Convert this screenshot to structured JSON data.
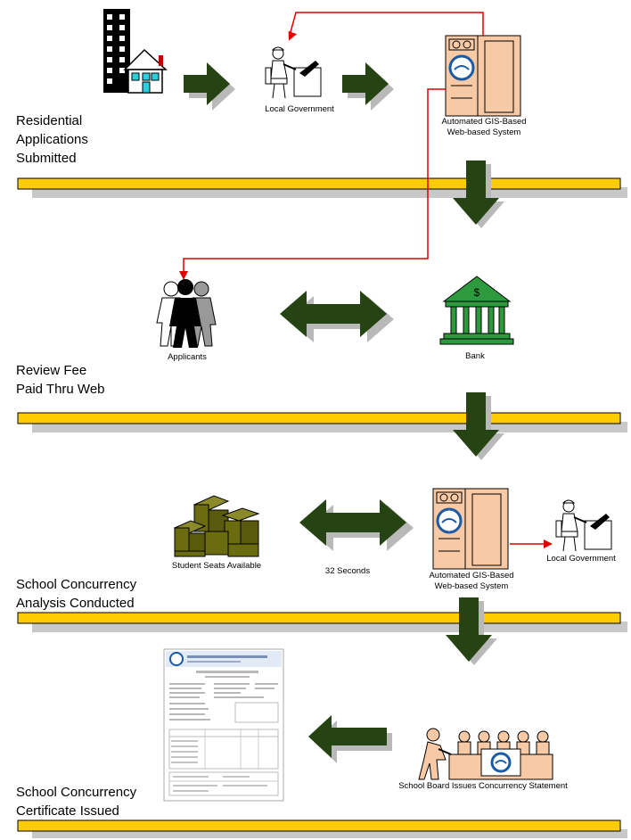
{
  "stages": [
    {
      "title_lines": [
        "Residential",
        "Applications",
        "Submitted"
      ]
    },
    {
      "title_lines": [
        "Review Fee",
        "Paid Thru Web"
      ]
    },
    {
      "title_lines": [
        "School Concurrency",
        "Analysis Conducted"
      ]
    },
    {
      "title_lines": [
        "School Concurrency",
        "Certificate Issued"
      ]
    }
  ],
  "nodes": {
    "local_government_1": "Local Government",
    "gis_system_1": [
      "Automated GIS-Based",
      "Web-based System"
    ],
    "applicants": "Applicants",
    "bank": "Bank",
    "student_seats": "Student Seats Available",
    "timing": "32 Seconds",
    "gis_system_2": [
      "Automated GIS-Based",
      "Web-based System"
    ],
    "local_government_2": "Local Government",
    "school_board": "School Board Issues Concurrency Statement"
  },
  "colors": {
    "arrow": "#264314",
    "arrow_shadow": "#b9b9b9",
    "bar": "#ffcc00",
    "connector": "#e00000",
    "machine": "#f7c9a4",
    "boxes": "#6b6b10"
  },
  "icons": [
    "building-icon",
    "house-icon",
    "clerk-icon",
    "server-icon",
    "people-icon",
    "bank-icon",
    "boxes-icon",
    "meeting-icon",
    "certificate-icon"
  ]
}
